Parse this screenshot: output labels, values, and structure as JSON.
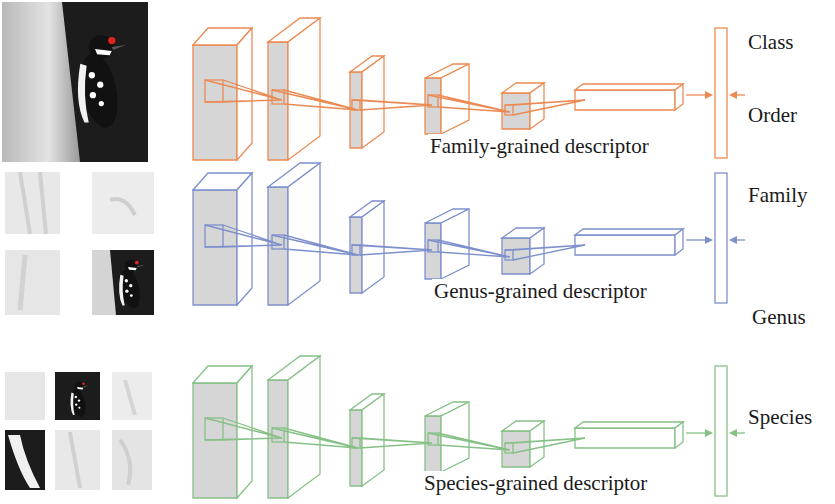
{
  "diagram": {
    "labels": [
      "Class",
      "Order",
      "Family-grained descriptor",
      "Family",
      "Genus-grained descriptor",
      "Genus",
      "Species",
      "Species-grained descriptor"
    ]
  }
}
